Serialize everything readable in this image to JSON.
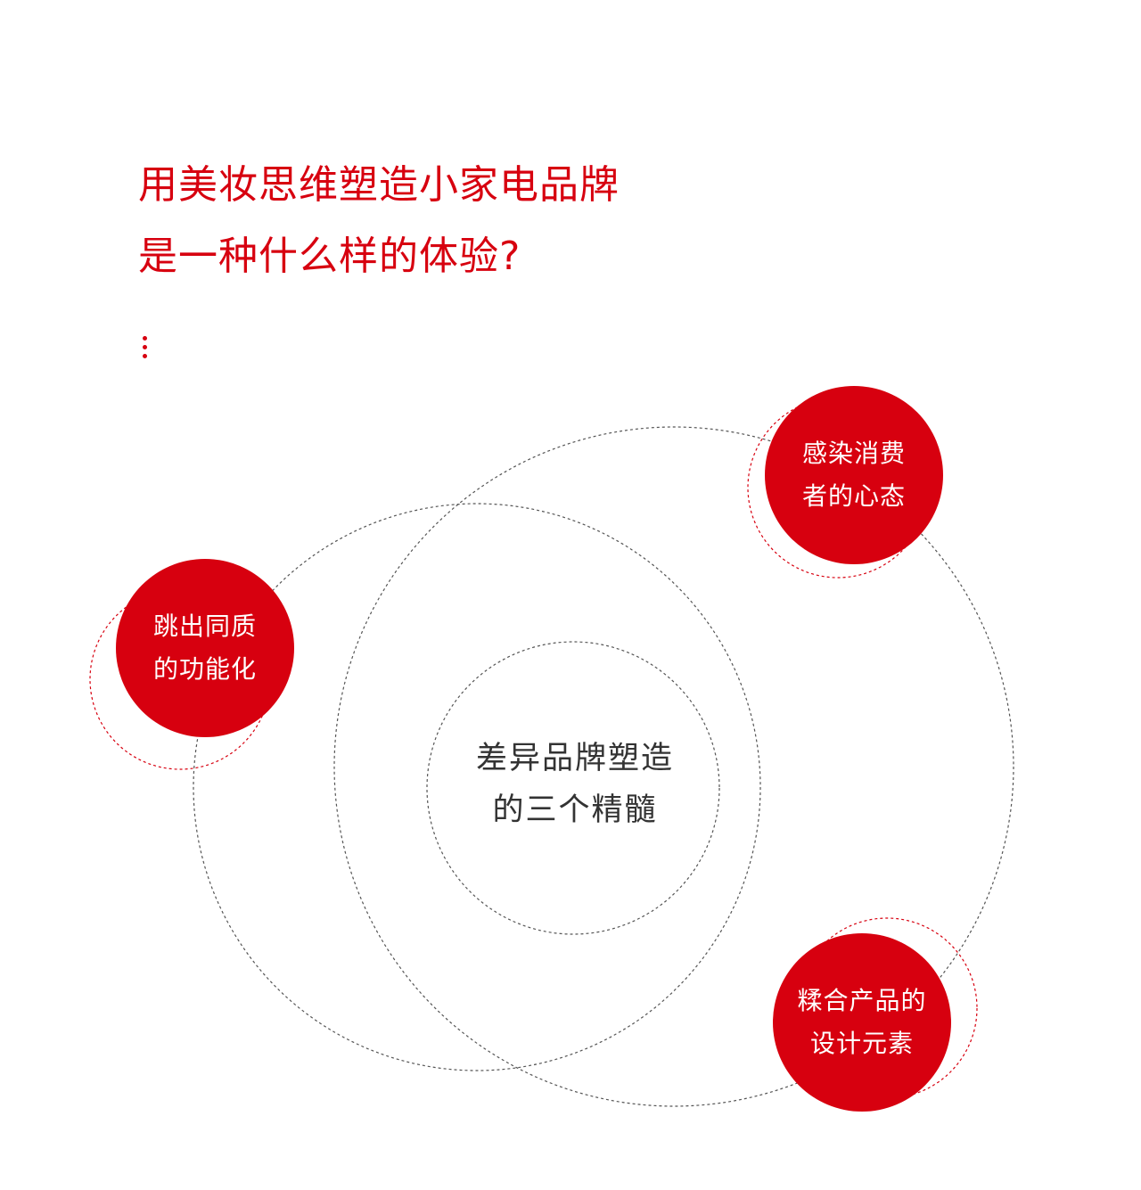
{
  "header": {
    "title_line1": "用美妆思维塑造小家电品牌",
    "title_line2": "是一种什么样的体验?"
  },
  "center": {
    "line1": "差异品牌塑造",
    "line2": "的三个精髓"
  },
  "points": [
    {
      "line1": "跳出同质",
      "line2": "的功能化"
    },
    {
      "line1": "感染消费",
      "line2": "者的心态"
    },
    {
      "line1": "糅合产品的",
      "line2": "设计元素"
    }
  ],
  "colors": {
    "accent": "#d7000f",
    "text": "#333333",
    "dash": "#555555"
  }
}
